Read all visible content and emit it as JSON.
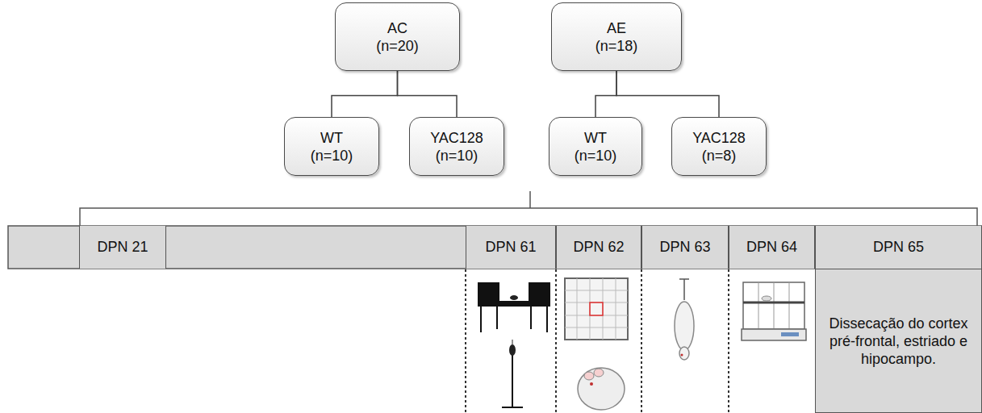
{
  "diagram": {
    "nodes": [
      {
        "text": [
          "AC",
          "(n=20)"
        ]
      },
      {
        "text": [
          "AE",
          "(n=18)"
        ]
      },
      {
        "text": [
          "WT",
          "(n=10)"
        ]
      },
      {
        "text": [
          "YAC128",
          "(n=10)"
        ]
      },
      {
        "text": [
          "WT",
          "(n=10)"
        ]
      },
      {
        "text": [
          "YAC128",
          "(n=8)"
        ]
      },
      {
        "text": [
          "DPN 21"
        ]
      },
      {
        "text": [
          "DPN 61"
        ]
      },
      {
        "text": [
          "DPN 62"
        ]
      },
      {
        "text": [
          "DPN 63"
        ]
      },
      {
        "text": [
          "DPN 64"
        ]
      },
      {
        "text": [
          "DPN 65"
        ]
      },
      {
        "text": [
          "Dissecação do cortex pré-frontal, estriado e hipocampo."
        ]
      }
    ],
    "edges": [
      {
        "from": 0,
        "to": 2,
        "arrow": "none"
      },
      {
        "from": 0,
        "to": 3,
        "arrow": "none"
      },
      {
        "from": 1,
        "to": 4,
        "arrow": "none"
      },
      {
        "from": 1,
        "to": 5,
        "arrow": "none"
      }
    ]
  }
}
